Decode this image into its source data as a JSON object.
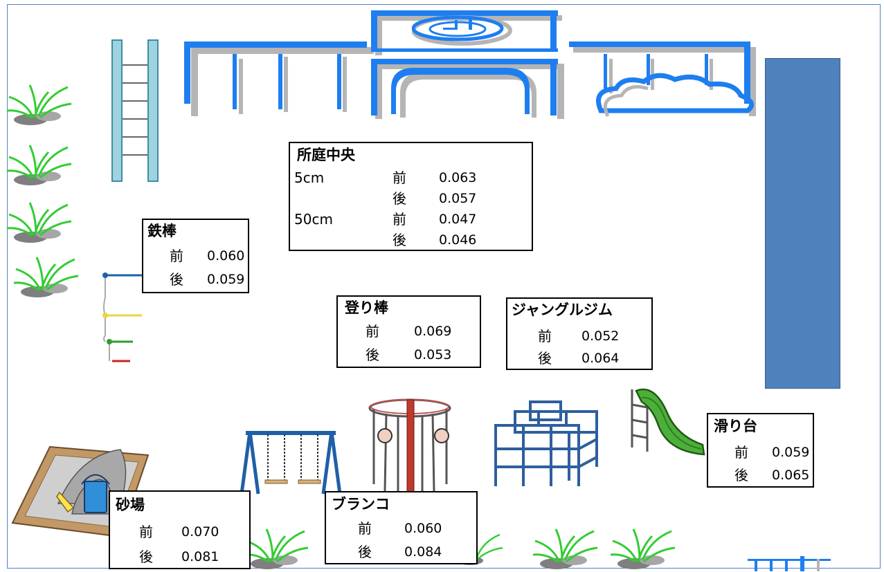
{
  "colors": {
    "building": "#1e7ef0",
    "building_shadow": "#b5b5b5",
    "tower": "#4f81bd",
    "frame": "#4f81bd",
    "grass": "#33cc33",
    "rock": "#7f7f7f"
  },
  "illustrations": [
    "building-icon",
    "clock-icon",
    "ladder-icon",
    "grass-icon",
    "iron-bar-icon",
    "sandbox-icon",
    "swing-icon",
    "carousel-icon",
    "jungle-gym-icon",
    "slide-icon",
    "tower-block"
  ],
  "center": {
    "title": "所庭中央",
    "rows": [
      {
        "depth": "5cm",
        "pos": "前",
        "value": "0.063"
      },
      {
        "depth": "",
        "pos": "後",
        "value": "0.057"
      },
      {
        "depth": "50cm",
        "pos": "前",
        "value": "0.047"
      },
      {
        "depth": "",
        "pos": "後",
        "value": "0.046"
      }
    ]
  },
  "tetsubou": {
    "title": "鉄棒",
    "before_label": "前",
    "before_value": "0.060",
    "after_label": "後",
    "after_value": "0.059"
  },
  "noboribou": {
    "title": "登り棒",
    "before_label": "前",
    "before_value": "0.069",
    "after_label": "後",
    "after_value": "0.053"
  },
  "junglegym": {
    "title": "ジャングルジム",
    "before_label": "前",
    "before_value": "0.052",
    "after_label": "後",
    "after_value": "0.064"
  },
  "suberidai": {
    "title": "滑り台",
    "before_label": "前",
    "before_value": "0.059",
    "after_label": "後",
    "after_value": "0.065"
  },
  "sunaba": {
    "title": "砂場",
    "before_label": "前",
    "before_value": "0.070",
    "after_label": "後",
    "after_value": "0.081"
  },
  "buranko": {
    "title": "ブランコ",
    "before_label": "前",
    "before_value": "0.060",
    "after_label": "後",
    "after_value": "0.084"
  }
}
